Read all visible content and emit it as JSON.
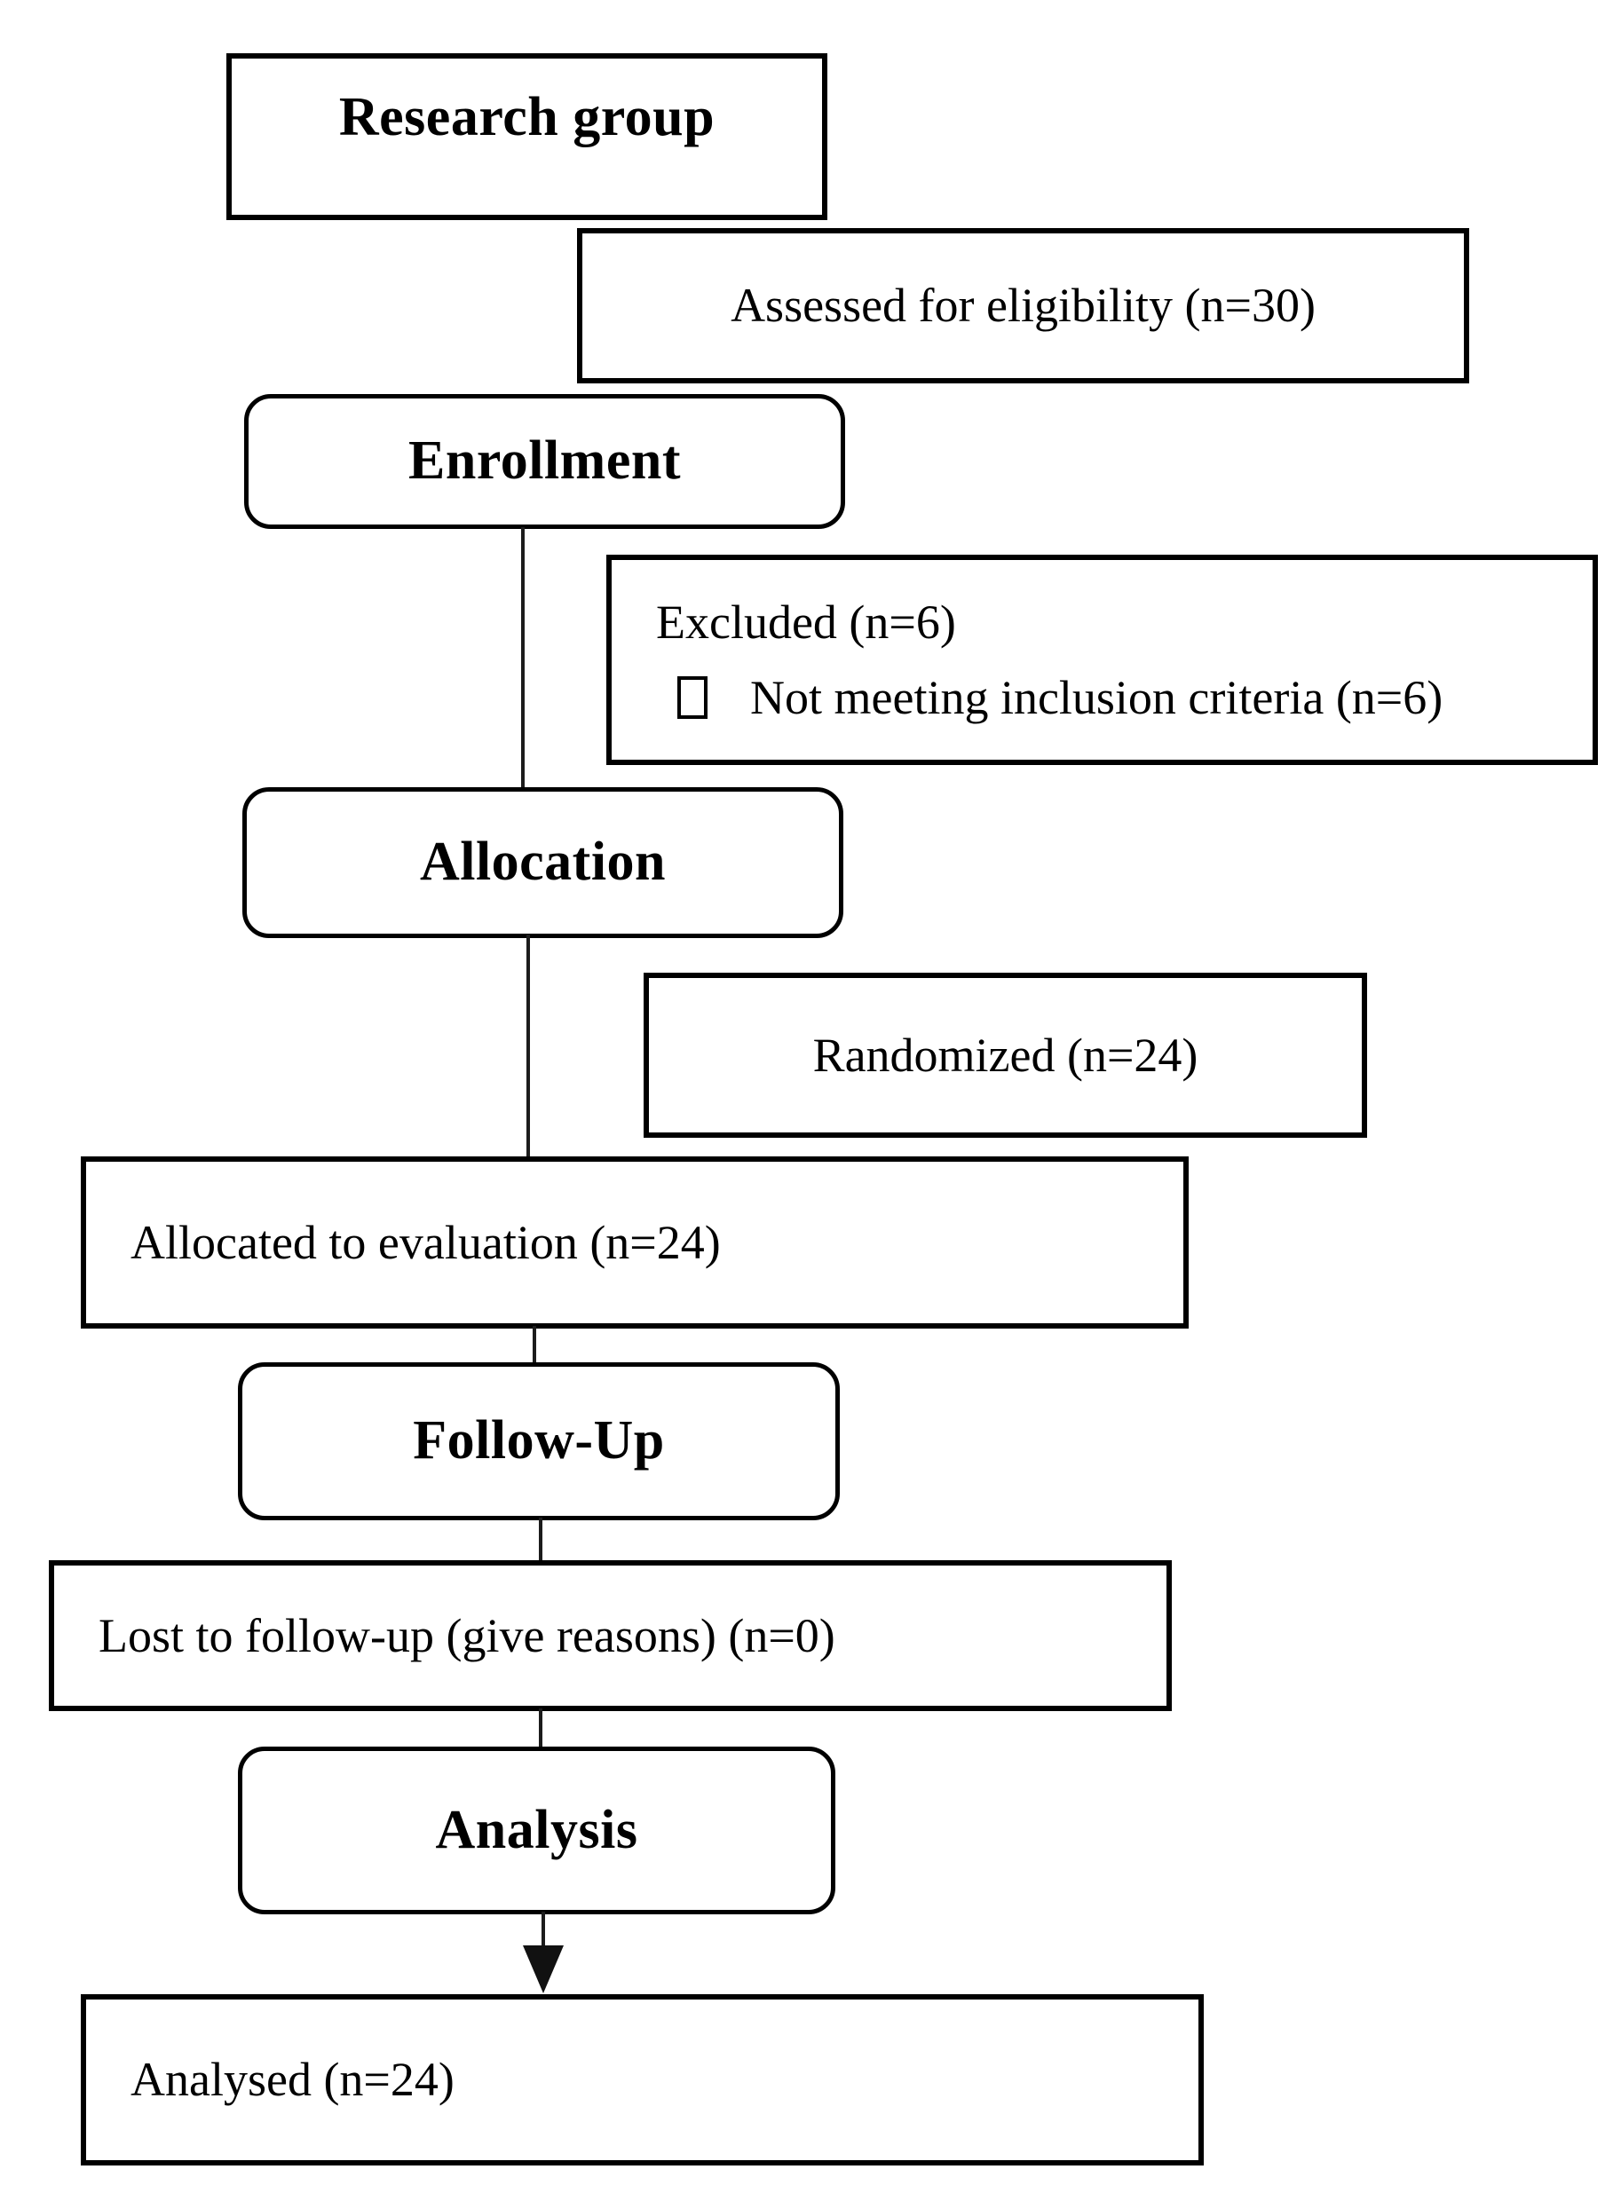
{
  "colors": {
    "background": "#ffffff",
    "ink": "#000000",
    "connector": "#1c1c1c"
  },
  "flowchart": {
    "research_group": {
      "label": "Research group"
    },
    "assessed": {
      "label": "Assessed for eligibility (n=30)"
    },
    "enrollment": {
      "label": "Enrollment"
    },
    "excluded": {
      "title": "Excluded (n=6)",
      "reason": "Not meeting inclusion criteria (n=6)"
    },
    "allocation": {
      "label": "Allocation"
    },
    "randomized": {
      "label": "Randomized (n=24)"
    },
    "allocated": {
      "label": "Allocated to evaluation (n=24)"
    },
    "follow_up": {
      "label": "Follow-Up"
    },
    "lost_to_follow_up": {
      "label": "Lost to follow-up (give reasons) (n=0)"
    },
    "analysis": {
      "label": "Analysis"
    },
    "analysed": {
      "label": "Analysed (n=24)"
    }
  }
}
